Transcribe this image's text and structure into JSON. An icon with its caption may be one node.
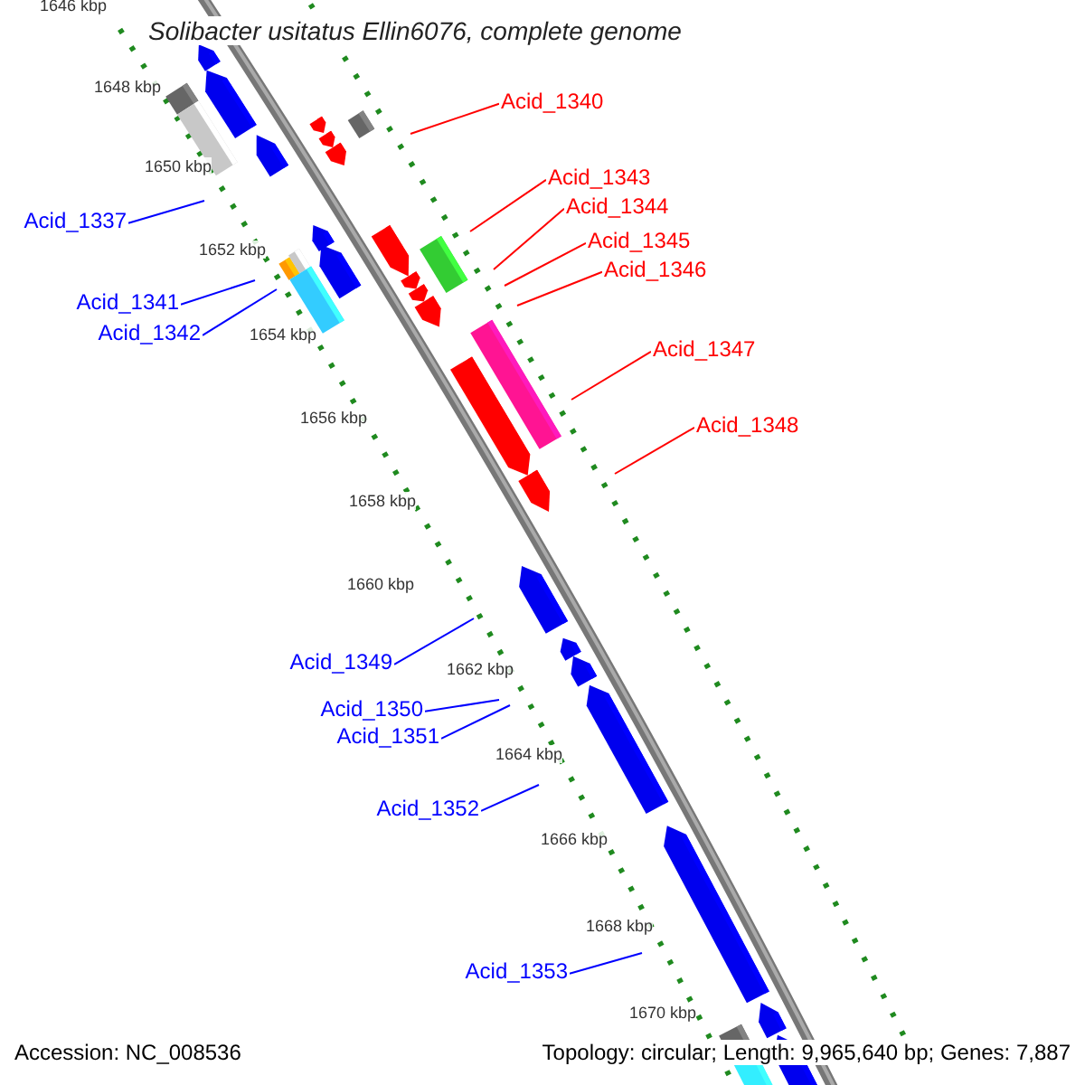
{
  "diagram": {
    "title": "Solibacter usitatus Ellin6076, complete genome",
    "nodes": [
      {
        "text": [
          "Acid_1340"
        ]
      },
      {
        "text": [
          "Acid_1343"
        ]
      },
      {
        "text": [
          "Acid_1344"
        ]
      },
      {
        "text": [
          "Acid_1337"
        ]
      },
      {
        "text": [
          "Acid_1345"
        ]
      },
      {
        "text": [
          "Acid_1346"
        ]
      },
      {
        "text": [
          "Acid_1341"
        ]
      },
      {
        "text": [
          "Acid_1342"
        ]
      },
      {
        "text": [
          "Acid_1347"
        ]
      },
      {
        "text": [
          "Acid_1348"
        ]
      },
      {
        "text": [
          "Acid_1349"
        ]
      },
      {
        "text": [
          "Acid_1350"
        ]
      },
      {
        "text": [
          "Acid_1351"
        ]
      },
      {
        "text": [
          "Acid_1352"
        ]
      },
      {
        "text": [
          "Acid_1353"
        ]
      }
    ],
    "edges": [
      {
        "from": 0,
        "to": null,
        "arrow": "none",
        "color": "#ff0000"
      },
      {
        "from": 1,
        "to": null,
        "arrow": "none",
        "color": "#ff0000"
      },
      {
        "from": 2,
        "to": null,
        "arrow": "none",
        "color": "#ff0000"
      },
      {
        "from": 3,
        "to": null,
        "arrow": "none"
      },
      {
        "from": 4,
        "to": null,
        "arrow": "none",
        "color": "#ff0000"
      },
      {
        "from": 5,
        "to": null,
        "arrow": "none",
        "color": "#ff0000"
      },
      {
        "from": 6,
        "to": null,
        "arrow": "none"
      },
      {
        "from": 7,
        "to": null,
        "arrow": "none"
      },
      {
        "from": 8,
        "to": null,
        "arrow": "none",
        "color": "#ff0000"
      },
      {
        "from": 9,
        "to": null,
        "arrow": "none",
        "color": "#ff0000"
      },
      {
        "from": 10,
        "to": null,
        "arrow": "none"
      },
      {
        "from": 11,
        "to": null,
        "arrow": "none"
      },
      {
        "from": 12,
        "to": null,
        "arrow": "none"
      },
      {
        "from": 13,
        "to": null,
        "arrow": "none"
      },
      {
        "from": 14,
        "to": null,
        "arrow": "none"
      }
    ],
    "labels": [
      "1646 kbp",
      "1648 kbp",
      "1650 kbp",
      "1652 kbp",
      "1654 kbp",
      "1656 kbp",
      "1658 kbp",
      "1660 kbp",
      "1662 kbp",
      "1664 kbp",
      "1666 kbp",
      "1668 kbp",
      "1670 kbp",
      "Accession: NC_008536",
      "Topology: circular; Length: 9,965,640 bp; Genes: 7,887"
    ]
  }
}
